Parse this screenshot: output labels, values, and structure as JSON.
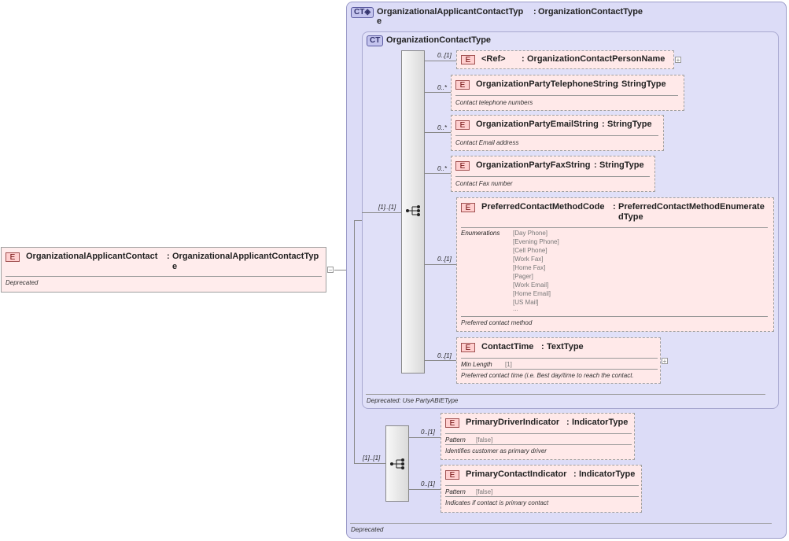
{
  "root": {
    "badge": "E",
    "name": "OrganizationalApplicantContact",
    "sep": ":",
    "type_l1": "OrganizationalApplicantContactTyp",
    "type_l2": "e",
    "doc": "Deprecated",
    "collapse": "−"
  },
  "outer_ct": {
    "badge": "CT",
    "title_l1": "OrganizationalApplicantContactTyp",
    "title_sep": ":",
    "title_type": "OrganizationContactType",
    "title_l2": "e",
    "doc": "Deprecated"
  },
  "inner_ct": {
    "badge": "CT",
    "title": "OrganizationContactType",
    "doc": "Deprecated: Use PartyABIEType",
    "seq_card": "[1]..[1]"
  },
  "elements": [
    {
      "card": "0..[1]",
      "badge": "E",
      "name": "<Ref>",
      "type": "OrganizationContactPersonName",
      "doc": "",
      "plus": "+"
    },
    {
      "card": "0..*",
      "badge": "E",
      "name": "OrganizationPartyTelephoneString",
      "type": "StringType",
      "doc": "Contact telephone numbers"
    },
    {
      "card": "0..*",
      "badge": "E",
      "name": "OrganizationPartyEmailString",
      "type": "StringType",
      "doc": "Contact Email address"
    },
    {
      "card": "0..*",
      "badge": "E",
      "name": "OrganizationPartyFaxString",
      "type": "StringType",
      "doc": "Contact Fax number"
    },
    {
      "card": "0..[1]",
      "badge": "E",
      "name": "PreferredContactMethodCode",
      "type_l1": "PreferredContactMethodEnumerate",
      "type_l2": "dType",
      "facet_label": "Enumerations",
      "enums": [
        "[Day Phone]",
        "[Evening Phone]",
        "[Cell Phone]",
        "[Work Fax]",
        "[Home Fax]",
        "[Pager]",
        "[Work Email]",
        "[Home Email]",
        "[US Mail]",
        "..."
      ],
      "doc": "Preferred contact method"
    },
    {
      "card": "0..[1]",
      "badge": "E",
      "name": "ContactTime",
      "type": "TextType",
      "facet_label": "Min Length",
      "facet_value": "[1]",
      "doc": "Preferred contact time (i.e. Best day/time to reach the contact.",
      "plus": "+"
    }
  ],
  "outer_seq_card": "[1]..[1]",
  "outer_elements": [
    {
      "card": "0..[1]",
      "badge": "E",
      "name": "PrimaryDriverIndicator",
      "type": "IndicatorType",
      "facet_label": "Pattern",
      "facet_value": "[false]",
      "doc": "Identifies customer as primary driver"
    },
    {
      "card": "0..[1]",
      "badge": "E",
      "name": "PrimaryContactIndicator",
      "type": "IndicatorType",
      "facet_label": "Pattern",
      "facet_value": "[false]",
      "doc": "Indicates if contact is primary contact"
    }
  ],
  "sep": ":"
}
